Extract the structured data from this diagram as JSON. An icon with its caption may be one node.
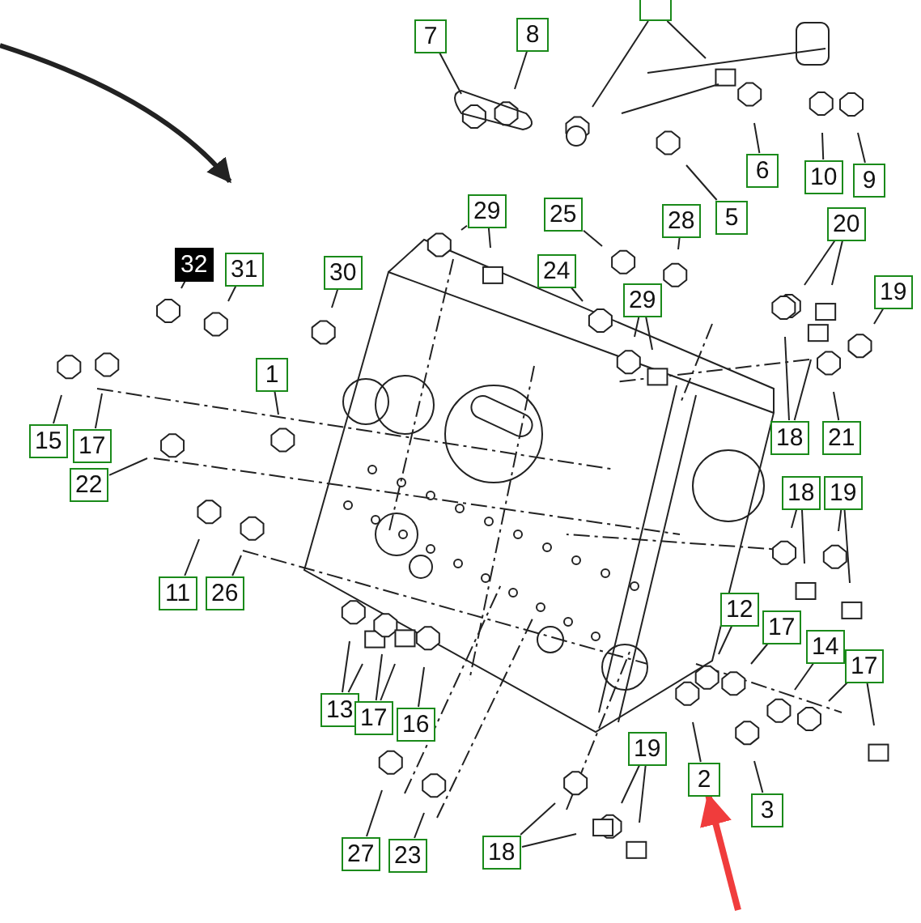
{
  "diagram": {
    "nodes": [
      {
        "text": [],
        "shape": "box"
      },
      {
        "text": [
          "7"
        ]
      },
      {
        "text": [
          "8"
        ]
      },
      {
        "text": [
          "6"
        ]
      },
      {
        "text": [
          "10"
        ]
      },
      {
        "text": [
          "9"
        ]
      },
      {
        "text": [
          "5"
        ]
      },
      {
        "text": [
          "29"
        ]
      },
      {
        "text": [
          "25"
        ]
      },
      {
        "text": [
          "28"
        ]
      },
      {
        "text": [
          "20"
        ]
      },
      {
        "text": [
          "32"
        ]
      },
      {
        "text": [
          "31"
        ]
      },
      {
        "text": [
          "30"
        ]
      },
      {
        "text": [
          "24"
        ]
      },
      {
        "text": [
          "29"
        ]
      },
      {
        "text": [
          "19"
        ]
      },
      {
        "text": [
          "1"
        ]
      },
      {
        "text": [
          "15"
        ]
      },
      {
        "text": [
          "17"
        ]
      },
      {
        "text": [
          "22"
        ]
      },
      {
        "text": [
          "18"
        ]
      },
      {
        "text": [
          "21"
        ]
      },
      {
        "text": [
          "18"
        ]
      },
      {
        "text": [
          "19"
        ]
      },
      {
        "text": [
          "11"
        ]
      },
      {
        "text": [
          "26"
        ]
      },
      {
        "text": [
          "12"
        ]
      },
      {
        "text": [
          "17"
        ]
      },
      {
        "text": [
          "14"
        ]
      },
      {
        "text": [
          "17"
        ]
      },
      {
        "text": [
          "13"
        ]
      },
      {
        "text": [
          "17"
        ]
      },
      {
        "text": [
          "16"
        ]
      },
      {
        "text": [
          "2"
        ]
      },
      {
        "text": [
          "3"
        ]
      },
      {
        "text": [
          "19"
        ]
      },
      {
        "text": [
          "27"
        ]
      },
      {
        "text": [
          "23"
        ]
      },
      {
        "text": [
          "18"
        ]
      }
    ],
    "edges": [
      {
        "from": 0,
        "to": null,
        "arrow": "none"
      },
      {
        "from": 0,
        "to": null,
        "arrow": "none"
      },
      {
        "from": 1,
        "to": null,
        "arrow": "none"
      },
      {
        "from": 2,
        "to": null,
        "arrow": "none"
      },
      {
        "from": 3,
        "to": null,
        "arrow": "none"
      },
      {
        "from": 4,
        "to": null,
        "arrow": "none"
      },
      {
        "from": 5,
        "to": null,
        "arrow": "none"
      },
      {
        "from": 6,
        "to": null,
        "arrow": "none"
      },
      {
        "from": 7,
        "to": null,
        "arrow": "none"
      },
      {
        "from": 7,
        "to": null,
        "arrow": "none"
      },
      {
        "from": 8,
        "to": null,
        "arrow": "none"
      },
      {
        "from": 9,
        "to": null,
        "arrow": "none"
      },
      {
        "from": 10,
        "to": null,
        "arrow": "none"
      },
      {
        "from": 10,
        "to": null,
        "arrow": "none"
      },
      {
        "from": 11,
        "to": null,
        "arrow": "none"
      },
      {
        "from": 12,
        "to": null,
        "arrow": "none"
      },
      {
        "from": 13,
        "to": null,
        "arrow": "none"
      },
      {
        "from": 14,
        "to": null,
        "arrow": "none"
      },
      {
        "from": 15,
        "to": null,
        "arrow": "none"
      },
      {
        "from": 15,
        "to": null,
        "arrow": "none"
      },
      {
        "from": 16,
        "to": null,
        "arrow": "none"
      },
      {
        "from": 17,
        "to": null,
        "arrow": "none"
      },
      {
        "from": 18,
        "to": null,
        "arrow": "none"
      },
      {
        "from": 19,
        "to": null,
        "arrow": "none"
      },
      {
        "from": 20,
        "to": null,
        "arrow": "none"
      },
      {
        "from": 21,
        "to": null,
        "arrow": "none"
      },
      {
        "from": 21,
        "to": null,
        "arrow": "none"
      },
      {
        "from": 22,
        "to": null,
        "arrow": "none"
      },
      {
        "from": 23,
        "to": null,
        "arrow": "none"
      },
      {
        "from": 23,
        "to": null,
        "arrow": "none"
      },
      {
        "from": 24,
        "to": null,
        "arrow": "none"
      },
      {
        "from": 24,
        "to": null,
        "arrow": "none"
      },
      {
        "from": 25,
        "to": null,
        "arrow": "none"
      },
      {
        "from": 26,
        "to": null,
        "arrow": "none"
      },
      {
        "from": 27,
        "to": null,
        "arrow": "none"
      },
      {
        "from": 28,
        "to": null,
        "arrow": "none"
      },
      {
        "from": 29,
        "to": null,
        "arrow": "none"
      },
      {
        "from": 30,
        "to": null,
        "arrow": "none"
      },
      {
        "from": 30,
        "to": null,
        "arrow": "none"
      },
      {
        "from": 31,
        "to": null,
        "arrow": "none"
      },
      {
        "from": 31,
        "to": null,
        "arrow": "none"
      },
      {
        "from": 32,
        "to": null,
        "arrow": "none"
      },
      {
        "from": 32,
        "to": null,
        "arrow": "none"
      },
      {
        "from": 33,
        "to": null,
        "arrow": "none"
      },
      {
        "from": 34,
        "to": null,
        "arrow": "none"
      },
      {
        "from": 35,
        "to": null,
        "arrow": "none"
      },
      {
        "from": 36,
        "to": null,
        "arrow": "none"
      },
      {
        "from": 36,
        "to": null,
        "arrow": "none"
      },
      {
        "from": 37,
        "to": null,
        "arrow": "none"
      },
      {
        "from": 38,
        "to": null,
        "arrow": "none"
      },
      {
        "from": 39,
        "to": null,
        "arrow": "none"
      },
      {
        "from": 39,
        "to": null,
        "arrow": "none"
      },
      {
        "from": null,
        "to": 34,
        "arrow": "to",
        "style": "thick",
        "color": "#f03c3c"
      }
    ]
  }
}
